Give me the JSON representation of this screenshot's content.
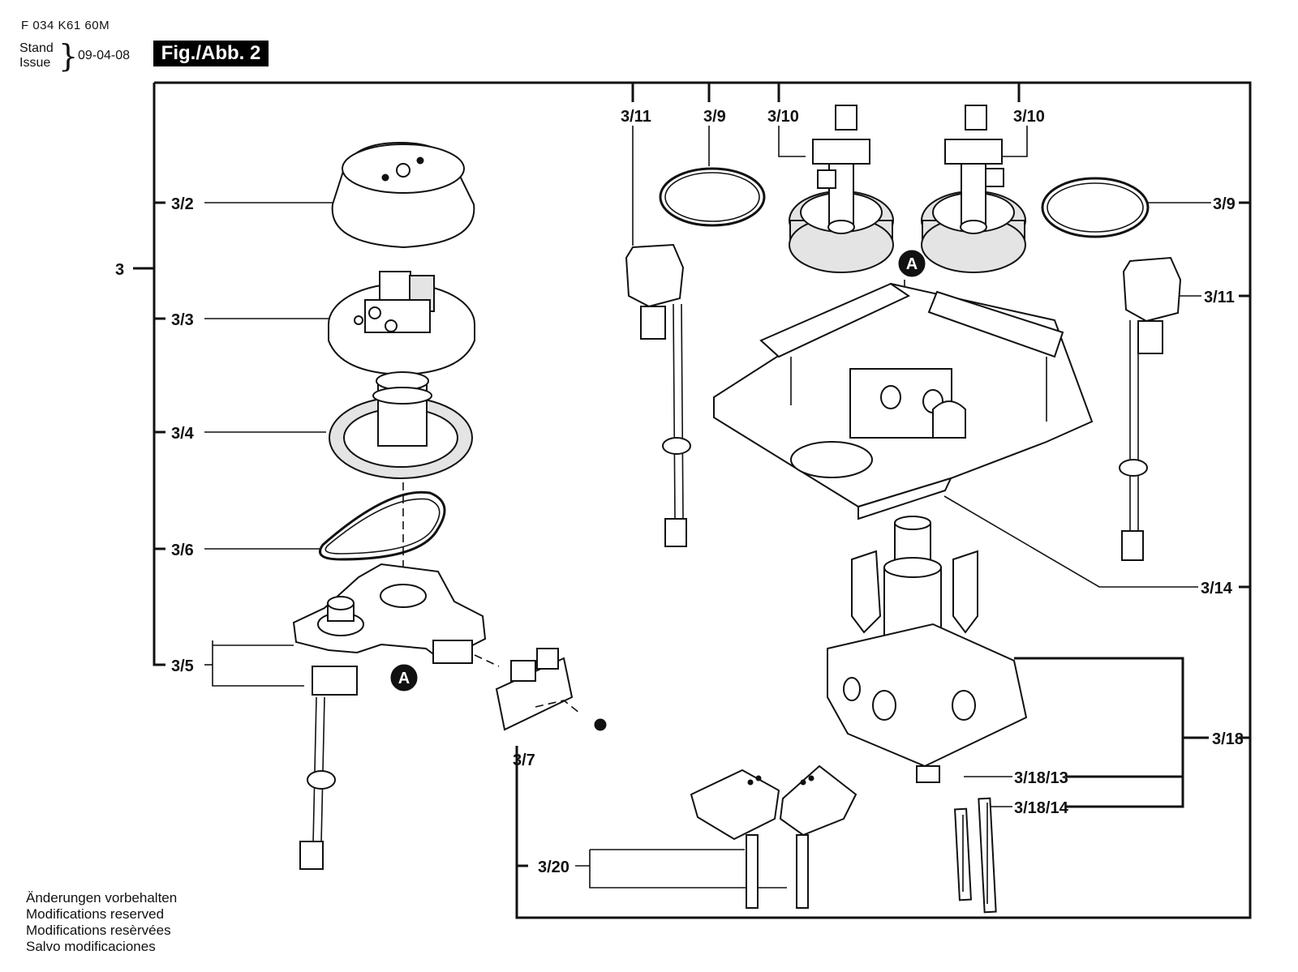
{
  "header": {
    "doc_number": "F 034 K61 60M",
    "stand_label": "Stand",
    "issue_label": "Issue",
    "date": "09-04-08",
    "figure_label": "Fig./Abb. 2"
  },
  "labels": {
    "main": "3",
    "p3_2": "3/2",
    "p3_3": "3/3",
    "p3_4": "3/4",
    "p3_6": "3/6",
    "p3_5": "3/5",
    "p3_7": "3/7",
    "p3_11_left": "3/11",
    "p3_9_left": "3/9",
    "p3_10_left": "3/10",
    "p3_10_right": "3/10",
    "p3_9_right": "3/9",
    "p3_11_right": "3/11",
    "p3_14": "3/14",
    "p3_18": "3/18",
    "p3_18_13": "3/18/13",
    "p3_18_14": "3/18/14",
    "p3_20": "3/20",
    "callout_a_top": "A",
    "callout_a_bottom": "A"
  },
  "footer": {
    "lines": [
      "Änderungen vorbehalten",
      "Modifications reserved",
      "Modifications resèrvées",
      "Salvo modificaciones"
    ]
  }
}
